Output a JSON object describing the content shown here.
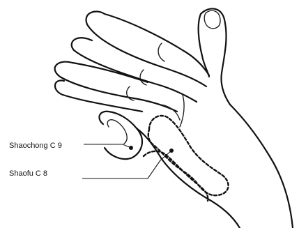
{
  "points": [
    {
      "id": "shaochong",
      "label": "Shaochong C 9"
    },
    {
      "id": "shaofu",
      "label": "Shaofu C 8"
    }
  ]
}
